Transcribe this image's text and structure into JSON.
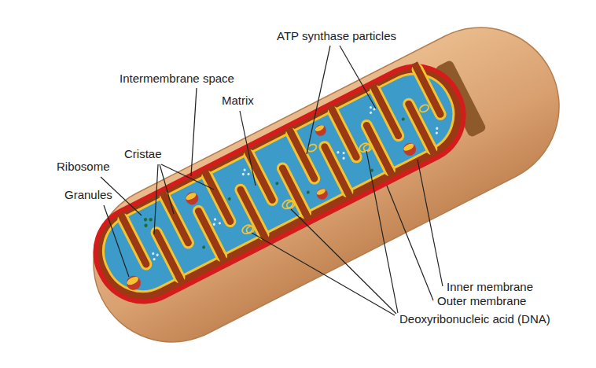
{
  "diagram": {
    "labels": [
      "ATP synthase particles",
      "Intermembrane space",
      "Matrix",
      "Cristae",
      "Ribosome",
      "Granules",
      "Inner membrane",
      "Outer membrane",
      "Deoxyribonucleic acid (DNA)"
    ]
  }
}
